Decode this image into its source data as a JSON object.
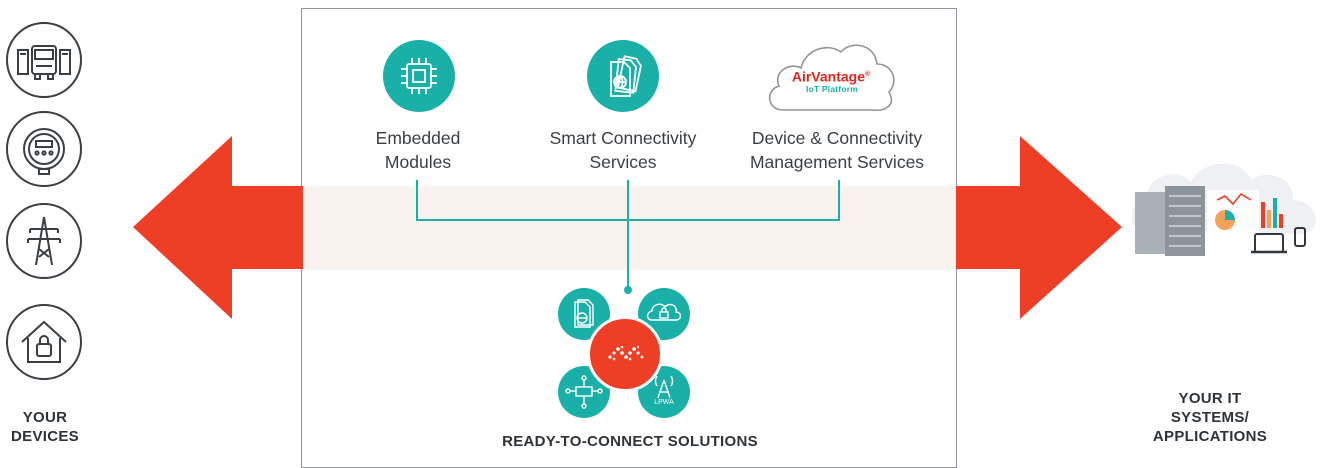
{
  "left_panel": {
    "devices": [
      {
        "icon": "truck-icon"
      },
      {
        "icon": "meter-icon"
      },
      {
        "icon": "power-tower-icon"
      },
      {
        "icon": "house-lock-icon"
      }
    ],
    "caption_line1": "YOUR",
    "caption_line2": "DEVICES"
  },
  "center_panel": {
    "services": [
      {
        "icon": "chip-icon",
        "line1": "Embedded",
        "line2": "Modules"
      },
      {
        "icon": "sim-card-globe-icon",
        "line1": "Smart Connectivity",
        "line2": "Services"
      },
      {
        "icon": "cloud-icon",
        "line1": "Device & Connectivity",
        "line2": "Management Services"
      }
    ],
    "cloud_brand": "AirVantage",
    "cloud_brand_mark": "®",
    "cloud_subtitle": "IoT Platform",
    "hub_small_label": "LPWA",
    "caption": "READY-TO-CONNECT SOLUTIONS"
  },
  "right_panel": {
    "caption_line1": "YOUR IT",
    "caption_line2": "SYSTEMS/",
    "caption_line3": "APPLICATIONS"
  },
  "colors": {
    "arrow": "#ee3e26",
    "teal": "#1ab0a8",
    "band": "#f8f3ef",
    "brand_red": "#e2261d",
    "text": "#3a3f44"
  }
}
